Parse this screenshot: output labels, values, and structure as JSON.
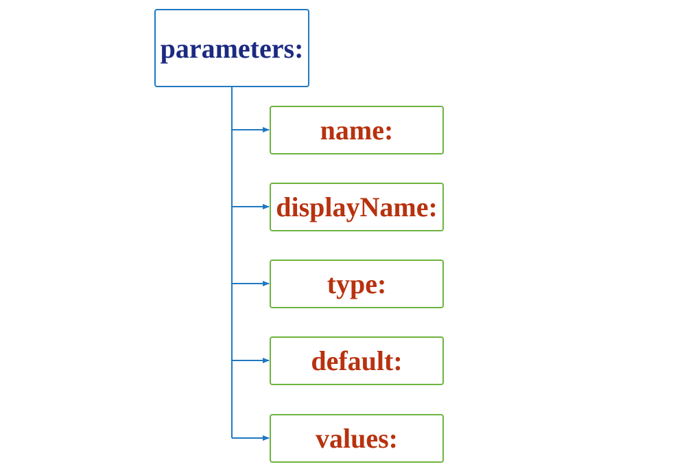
{
  "root": {
    "label": "parameters:"
  },
  "children": [
    {
      "label": "name:"
    },
    {
      "label": "displayName:"
    },
    {
      "label": "type:"
    },
    {
      "label": "default:"
    },
    {
      "label": "values:"
    }
  ],
  "colors": {
    "root_border": "#1f78c1",
    "root_text": "#1c2a80",
    "child_border": "#6db33f",
    "child_text": "#b8320f",
    "connector": "#1f78c1"
  }
}
